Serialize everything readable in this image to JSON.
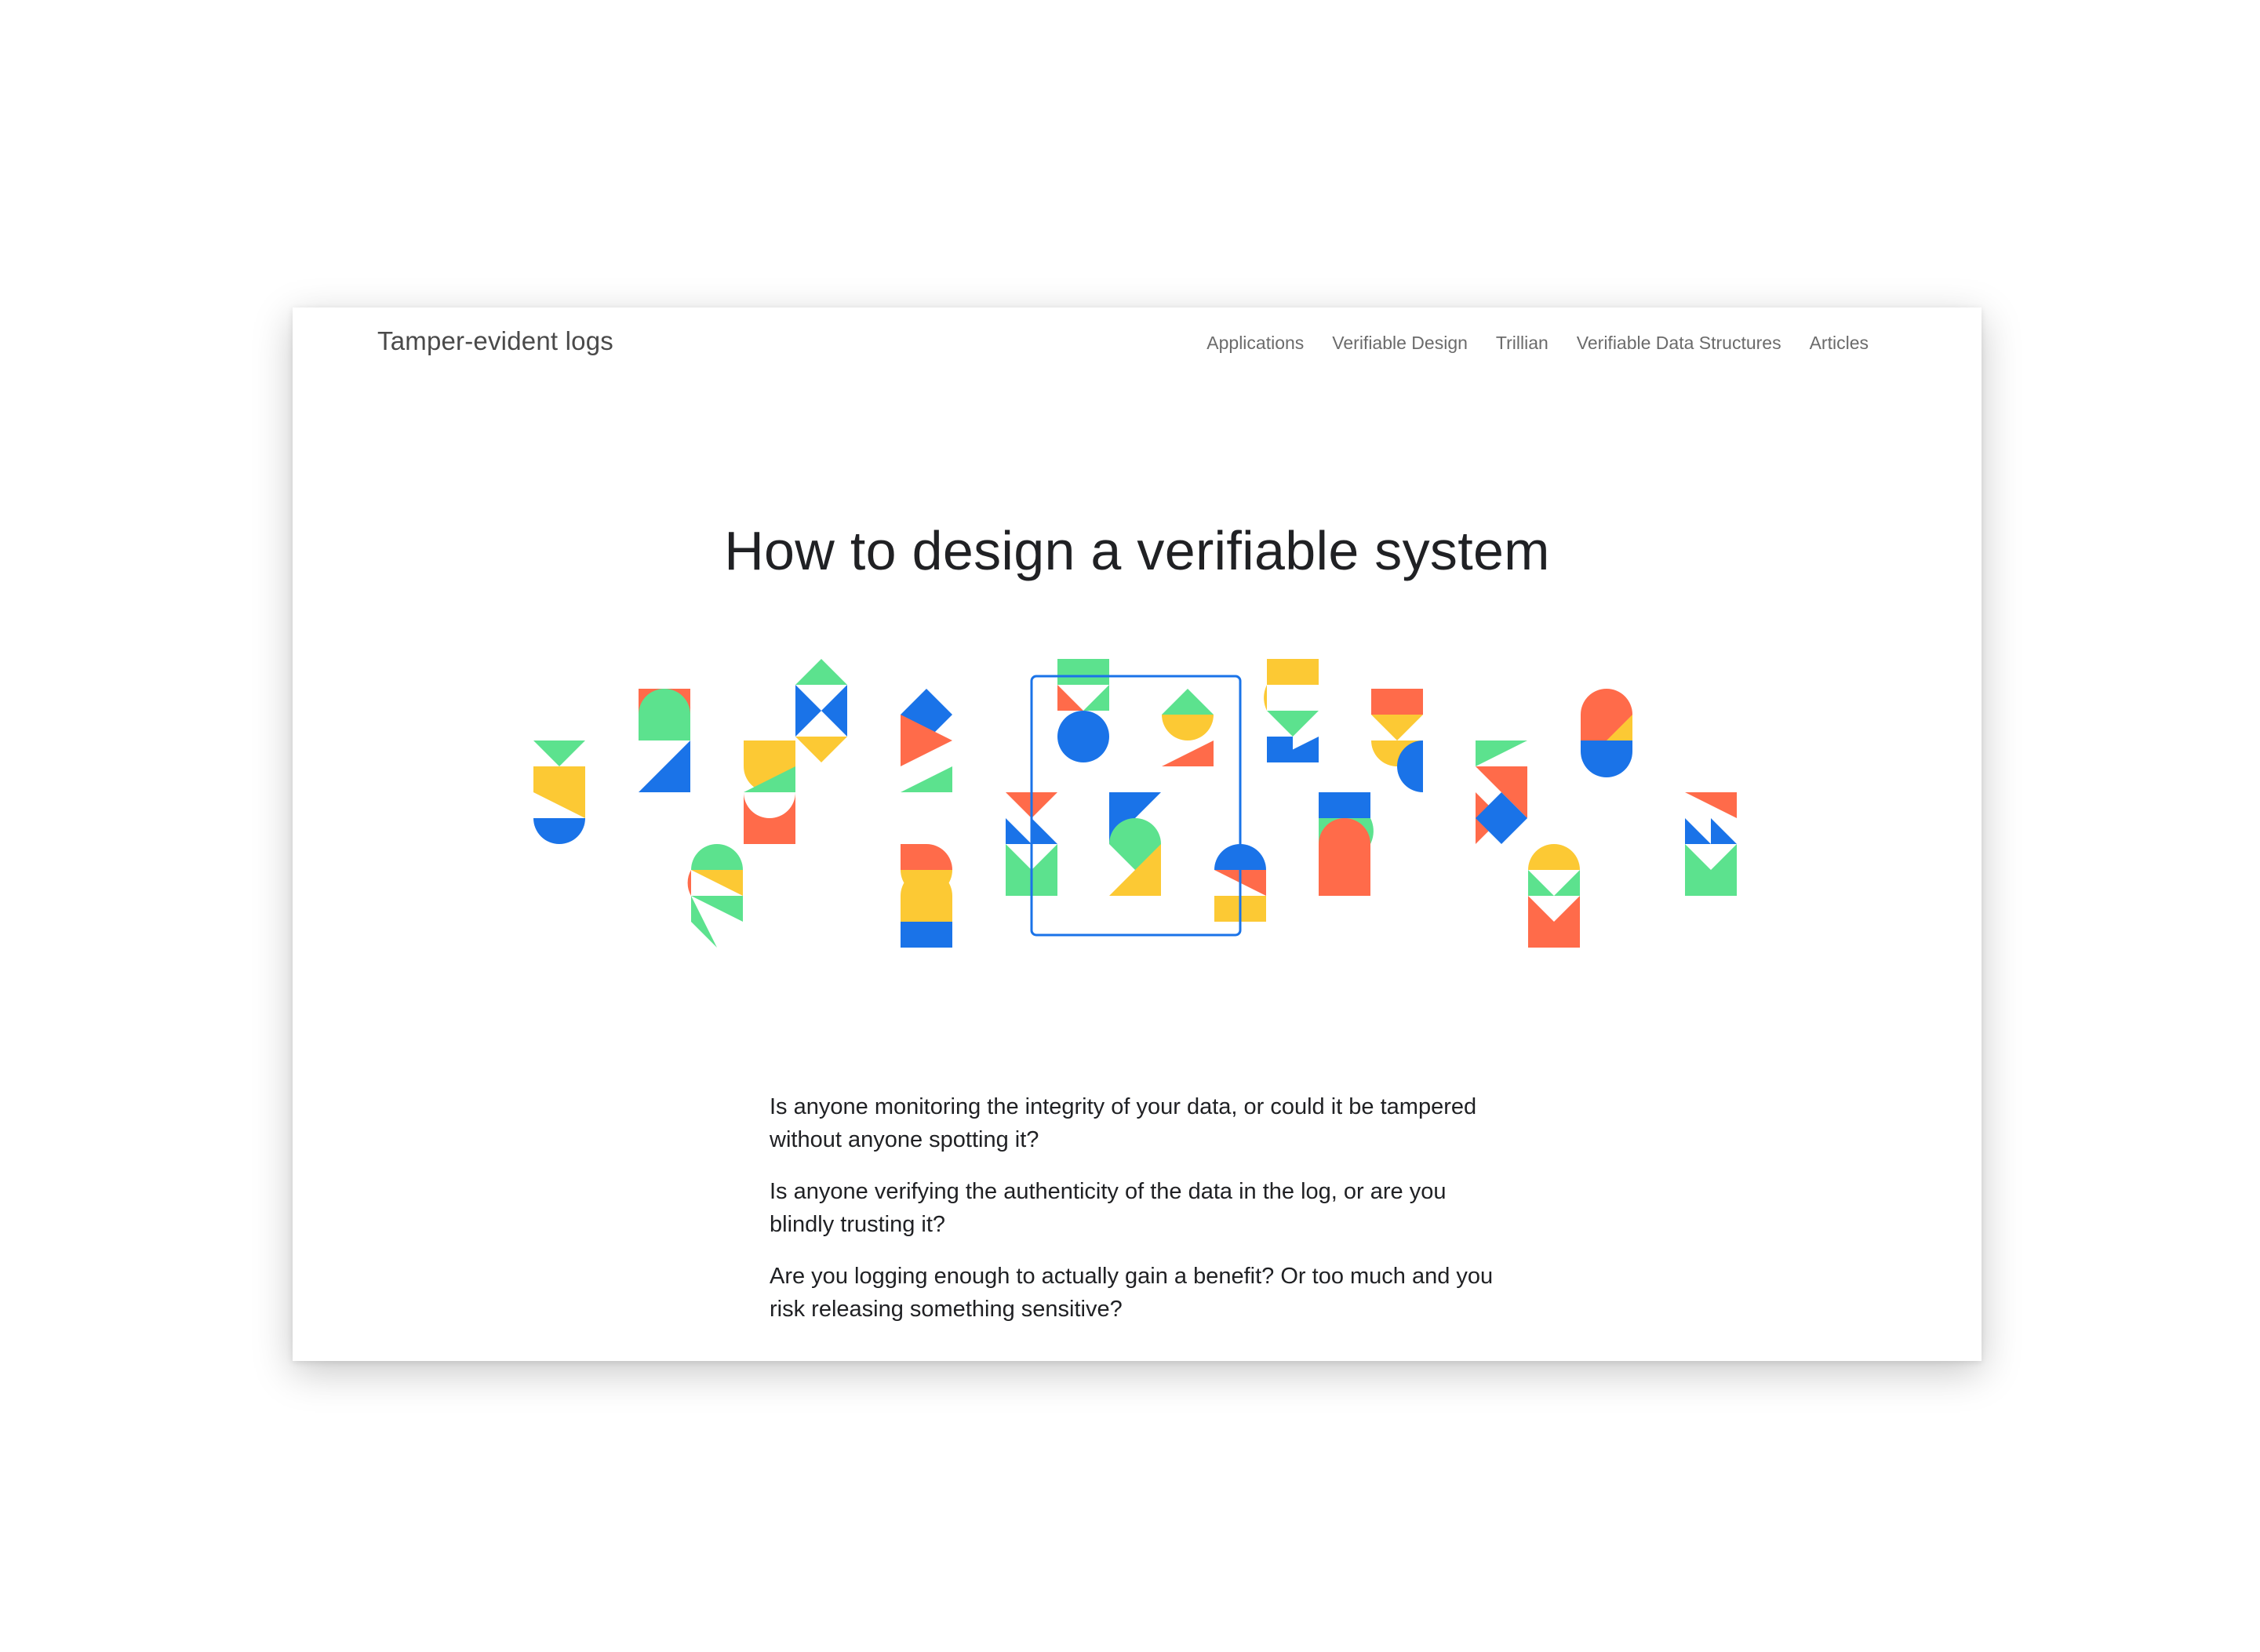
{
  "site": {
    "title": "Tamper-evident logs"
  },
  "nav": {
    "items": [
      {
        "label": "Applications"
      },
      {
        "label": "Verifiable Design"
      },
      {
        "label": "Trillian"
      },
      {
        "label": "Verifiable Data Structures"
      },
      {
        "label": "Articles"
      }
    ]
  },
  "hero": {
    "headline": "How to design a verifiable system",
    "illustration": "geometric-glyphs-illustration",
    "colors": {
      "blue": "#1a73e8",
      "red": "#ff6b4a",
      "yellow": "#fcc934",
      "green": "#5ce28e"
    }
  },
  "intro": {
    "paragraphs": [
      "Is anyone monitoring the integrity of your data, or could it be tampered without anyone spotting it?",
      "Is anyone verifying the authenticity of the data in the log, or are you blindly trusting it?",
      "Are you logging enough to actually gain a benefit? Or too much and you risk releasing something sensitive?"
    ]
  }
}
